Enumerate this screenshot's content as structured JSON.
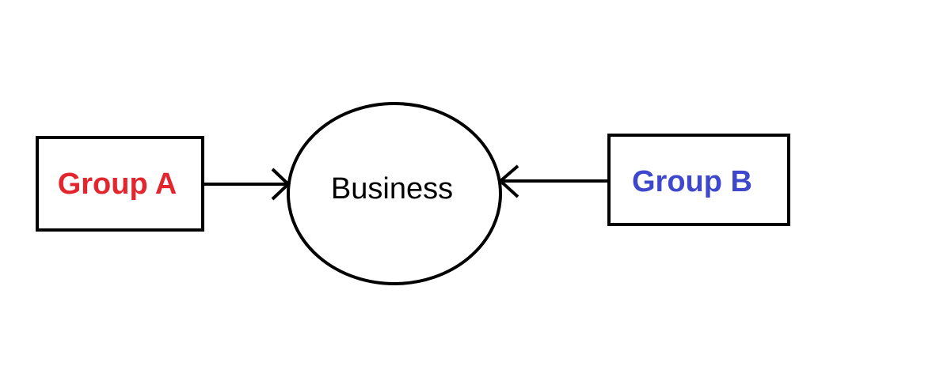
{
  "nodes": {
    "group_a": {
      "label": "Group A",
      "color": "#e3262e"
    },
    "business": {
      "label": "Business",
      "color": "#000000"
    },
    "group_b": {
      "label": "Group B",
      "color": "#3f48cc"
    }
  },
  "edges": [
    {
      "from": "Group A",
      "to": "Business"
    },
    {
      "from": "Group B",
      "to": "Business"
    }
  ],
  "colors": {
    "stroke": "#000000",
    "background": "#ffffff"
  }
}
